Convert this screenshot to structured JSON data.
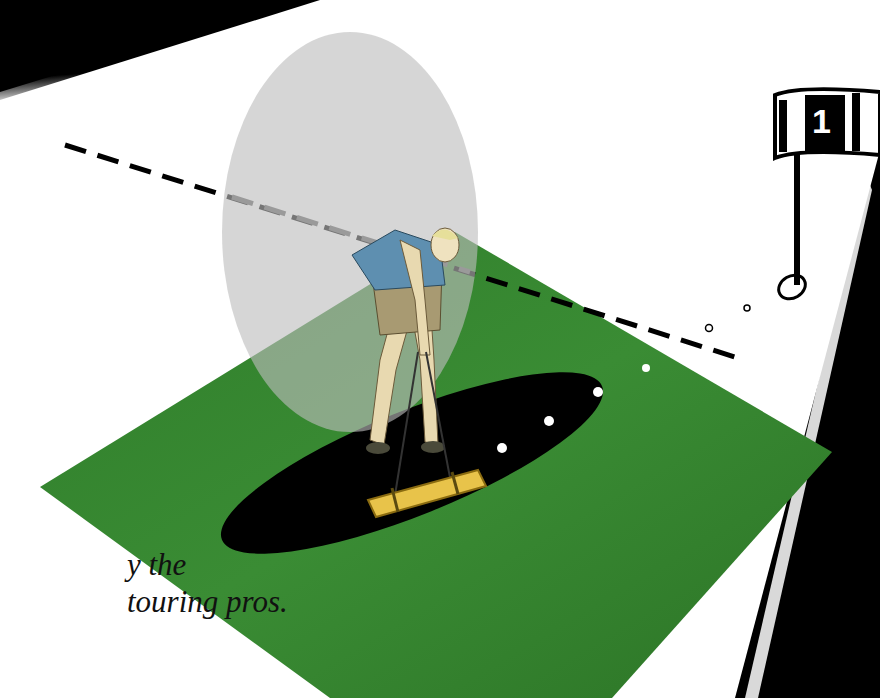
{
  "diagram": {
    "labels": [
      "1",
      "y the",
      "touring pros."
    ]
  }
}
